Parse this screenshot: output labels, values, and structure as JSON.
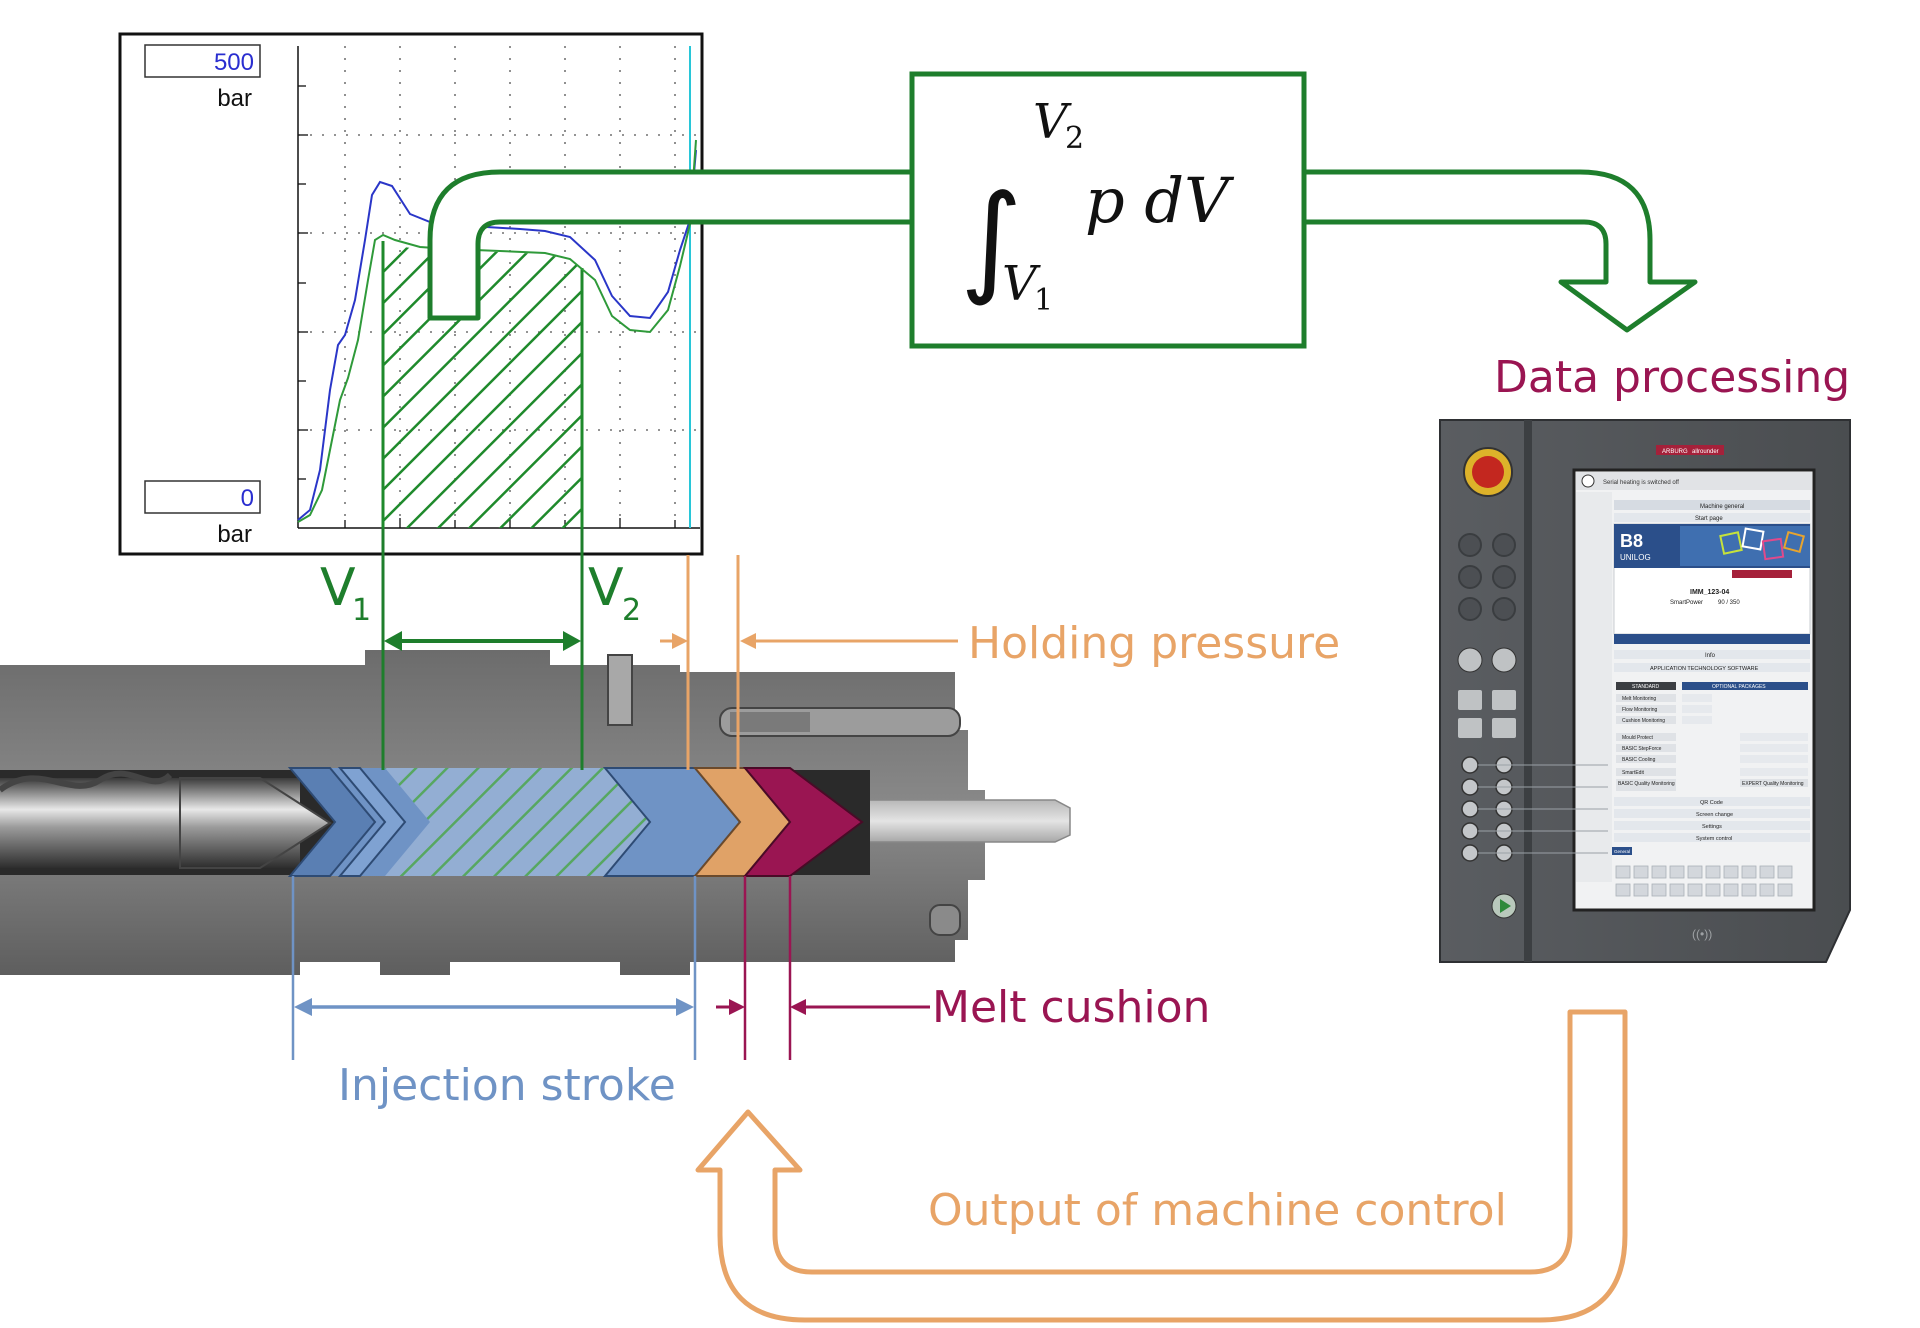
{
  "chart": {
    "y_top_value": "500",
    "y_top_unit": "bar",
    "y_bottom_value": "0",
    "y_bottom_unit": "bar"
  },
  "formula": {
    "integral_sign": "∫",
    "upper_limit": "V",
    "upper_sub": "2",
    "lower_limit": "V",
    "lower_sub": "1",
    "integrand": "p dV"
  },
  "markers": {
    "v1": "V",
    "v1_sub": "1",
    "v2": "V",
    "v2_sub": "2"
  },
  "labels": {
    "holding_pressure": "Holding pressure",
    "melt_cushion": "Melt cushion",
    "injection_stroke": "Injection stroke",
    "data_processing": "Data processing",
    "output_machine_control": "Output of machine control"
  },
  "control_panel": {
    "brand_left": "ARBURG",
    "brand_right": "allrounder",
    "model": "B8",
    "model_sub": "UNILOG",
    "machine_id": "IMM_123-04",
    "machine_name": "SmartPower",
    "machine_size": "90 / 350",
    "header_status": "Serial heating is switched off",
    "section_general": "Machine general",
    "start_page": "Start page",
    "info_row": "Info",
    "app_software": "APPLICATION TECHNOLOGY SOFTWARE",
    "standard": "STANDARD",
    "optional": "OPTIONAL PACKAGES",
    "packages_left": [
      "Melt Monitoring",
      "Flow Monitoring",
      "Cushion Monitoring",
      "Mould Protect",
      "BASIC StepForce",
      "BASIC Cooling",
      "SmartEdit",
      "BASIC Quality Monitoring"
    ],
    "packages_right": [
      "EXPERT Quality Monitoring"
    ],
    "menu_rows": [
      "QR Code",
      "Screen change",
      "Settings",
      "System control"
    ],
    "tab_general": "General"
  },
  "colors": {
    "green": "#1e7e2c",
    "orange": "#e8a467",
    "blue": "#6f93c5",
    "magenta": "#9a1552",
    "curve_blue": "#2a36c8",
    "curve_green": "#2f9a3a"
  }
}
